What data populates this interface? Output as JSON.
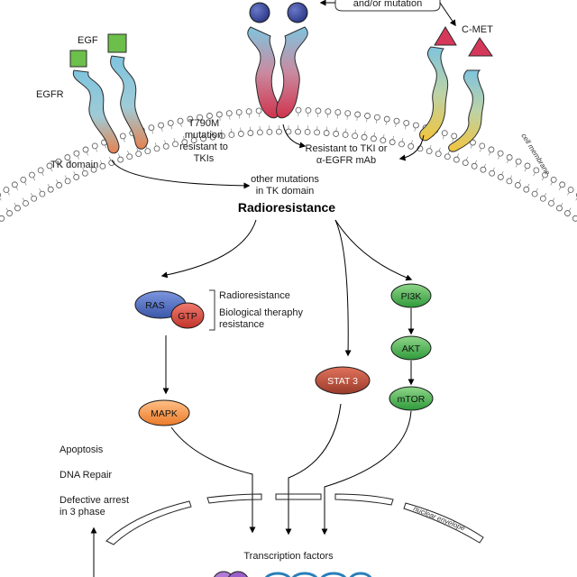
{
  "labels": {
    "top_partial": "Overexpression\nand/or mutation",
    "egf": "EGF",
    "egfr": "EGFR",
    "cmet": "C-MET",
    "t790m": "T790M\nmutation\nresistant to\nTKIs",
    "tk_domain": "TK domain",
    "resistant": "Resistant to TKI or\nα-EGFR mAb",
    "other_mutations": "other mutations\nin TK domain",
    "radioresistance_main": "Radioresistance",
    "cell_membrane": "cell membrane",
    "ras": "RAS",
    "gtp": "GTP",
    "bracket_radioresistance": "Radioresistance",
    "bracket_bio": "Biological theraphy\nresistance",
    "pi3k": "PI3K",
    "akt": "AKT",
    "stat3": "STAT 3",
    "mtor": "mTOR",
    "mapk": "MAPK",
    "apoptosis": "Apoptosis",
    "dna_repair": "DNA Repair",
    "defective_arrest": "Defective arrest\nin 3 phase",
    "nuclear_envelope": "nuclear envelope",
    "transcription_factors": "Transcription factors"
  },
  "colors": {
    "egfr_blue": "#7fc4de",
    "egfr_orange": "#e6824f",
    "mutant_red": "#d0334d",
    "cmet_yellow": "#f2c53d",
    "egf_green": "#6cbf4a",
    "ball_blue": "#3a4a9c",
    "cmet_red": "#d6385a",
    "ras_blue": "#4e6cc1",
    "gtp_red": "#d6433a",
    "pi3k_green": "#3fa848",
    "stat3_red": "#b84a36",
    "mapk_orange": "#f08a3a",
    "membrane": "#555555"
  }
}
